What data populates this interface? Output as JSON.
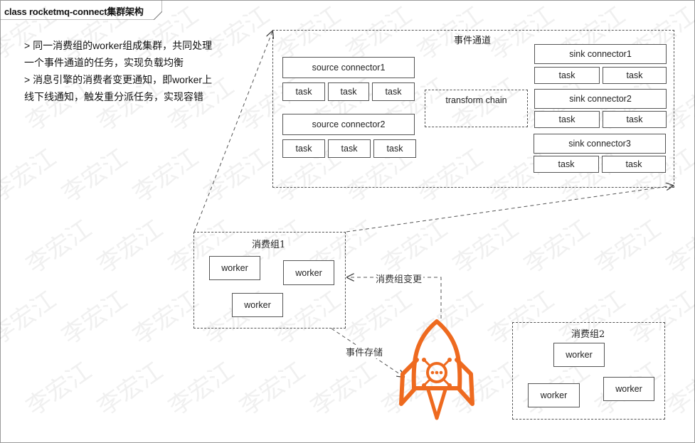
{
  "title": "class rocketmq-connect集群架构",
  "notes": [
    "> 同一消费组的worker组成集群，共同处理",
    "一个事件通道的任务，实现负载均衡",
    "> 消息引擎的消费者变更通知，即worker上",
    "线下线通知，触发重分派任务，实现容错"
  ],
  "channel": {
    "title": "事件通道",
    "sources": [
      {
        "name": "source connector1",
        "tasks": [
          "task",
          "task",
          "task"
        ]
      },
      {
        "name": "source connector2",
        "tasks": [
          "task",
          "task",
          "task"
        ]
      }
    ],
    "transform": "transform chain",
    "sinks": [
      {
        "name": "sink connector1",
        "tasks": [
          "task",
          "task"
        ]
      },
      {
        "name": "sink connector2",
        "tasks": [
          "task",
          "task"
        ]
      },
      {
        "name": "sink connector3",
        "tasks": [
          "task",
          "task"
        ]
      }
    ]
  },
  "group1": {
    "title": "消费组1",
    "workers": [
      "worker",
      "worker",
      "worker"
    ]
  },
  "group2": {
    "title": "消费组2",
    "workers": [
      "worker",
      "worker",
      "worker"
    ]
  },
  "edges": {
    "group_change": "消费组变更",
    "event_storage": "事件存储"
  },
  "watermark": "李宏江",
  "colors": {
    "rocket": "#ee6a1f"
  }
}
